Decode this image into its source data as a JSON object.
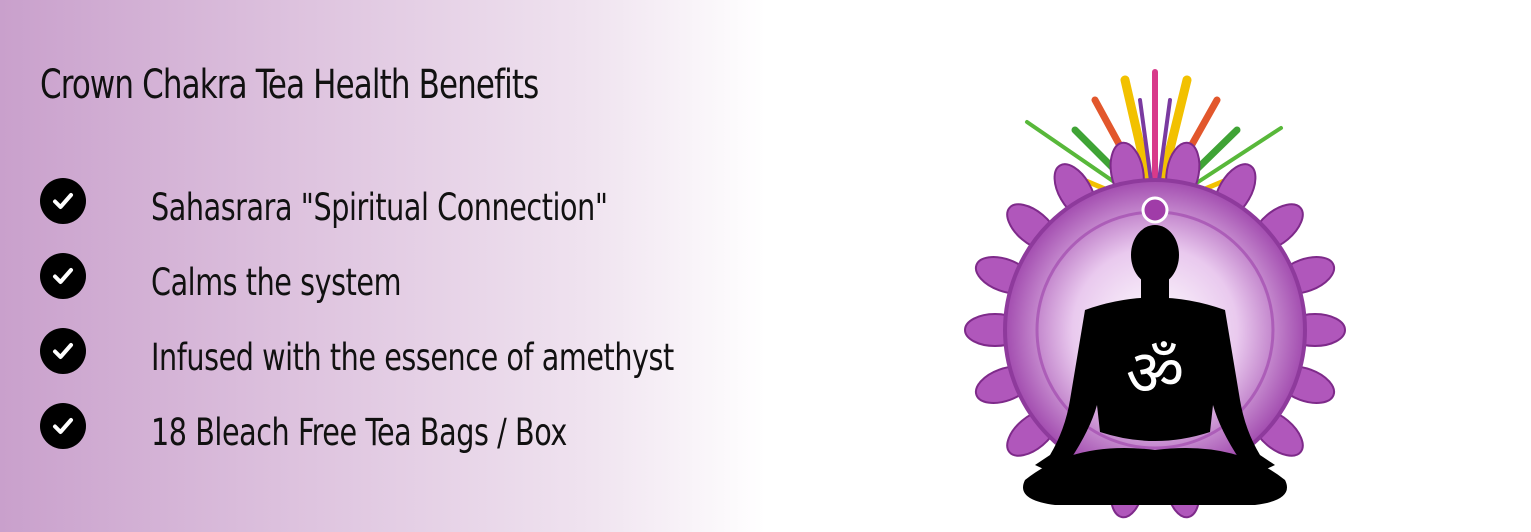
{
  "section": {
    "title": "Crown Chakra Tea Health Benefits"
  },
  "benefits": [
    {
      "label": "Sahasrara \"Spiritual Connection\"",
      "icon": "check-circle-icon"
    },
    {
      "label": "Calms the system",
      "icon": "check-circle-icon"
    },
    {
      "label": "Infused with the essence of amethyst",
      "icon": "check-circle-icon"
    },
    {
      "label": "18 Bleach Free Tea Bags / Box",
      "icon": "check-circle-icon"
    }
  ],
  "illustration": {
    "icon": "crown-chakra-meditation-icon",
    "symbol": "ॐ"
  },
  "colors": {
    "gradient_start": "#c9a0cc",
    "lotus_purple": "#9b3aa5",
    "silhouette": "#000000"
  }
}
